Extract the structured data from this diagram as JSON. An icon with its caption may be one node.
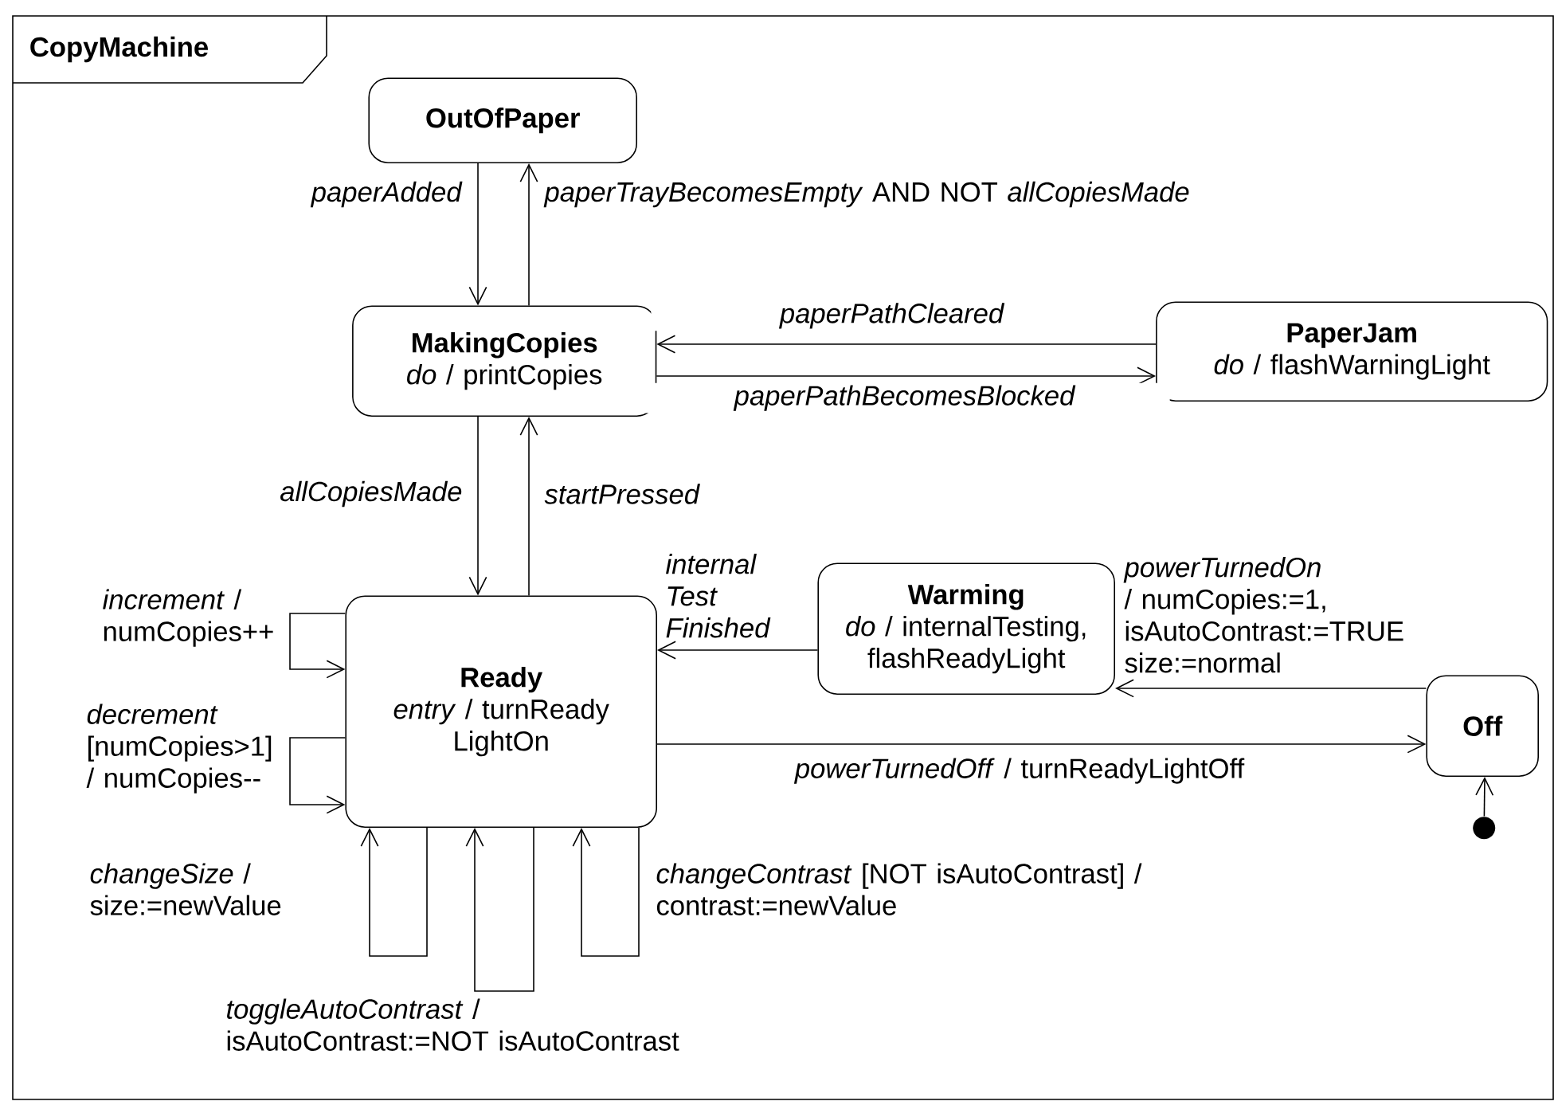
{
  "diagram": {
    "nodes": [
      {
        "text": [
          "CopyMachine"
        ]
      },
      {
        "text": [
          "OutOfPaper"
        ],
        "in": 0
      },
      {
        "text": [
          "MakingCopies",
          "*do* / printCopies"
        ],
        "in": 0
      },
      {
        "text": [
          "PaperJam",
          "*do* / flashWarningLight"
        ],
        "in": 0
      },
      {
        "text": [
          "Ready",
          "*entry* / turnReady LightOn"
        ],
        "in": 0
      },
      {
        "text": [
          "Warming",
          "*do* / internalTesting, flashReadyLight"
        ],
        "in": 0
      },
      {
        "text": [
          "Off"
        ],
        "in": 0
      },
      {
        "text": [],
        "shape": "circle",
        "in": 0
      }
    ],
    "edges": [
      {
        "from": 1,
        "to": 2,
        "arrow": "to",
        "label": "*paperAdded*"
      },
      {
        "from": 2,
        "to": 1,
        "arrow": "to",
        "label": "*paperTrayBecomesEmpty* AND NOT *allCopiesMade*"
      },
      {
        "from": 3,
        "to": 2,
        "arrow": "to",
        "label": "*paperPathCleared*"
      },
      {
        "from": 2,
        "to": 3,
        "arrow": "to",
        "label": "*paperPathBecomesBlocked*"
      },
      {
        "from": 2,
        "to": 4,
        "arrow": "to",
        "label": "*allCopiesMade*"
      },
      {
        "from": 4,
        "to": 2,
        "arrow": "to",
        "label": "*startPressed*"
      },
      {
        "from": 5,
        "to": 4,
        "arrow": "to",
        "label": "*internal Test Finished*"
      },
      {
        "from": 6,
        "to": 5,
        "arrow": "to",
        "label": "*powerTurnedOn* / numCopies:=1, isAutoContrast:=TRUE size:=normal"
      },
      {
        "from": 4,
        "to": 6,
        "arrow": "to",
        "label": "*powerTurnedOff* / turnReadyLightOff"
      },
      {
        "from": 7,
        "to": 6,
        "arrow": "to"
      },
      {
        "from": 4,
        "to": 4,
        "arrow": "to",
        "label": "*increment* / numCopies++"
      },
      {
        "from": 4,
        "to": 4,
        "arrow": "to",
        "label": "*decrement* [numCopies>1] / numCopies--"
      },
      {
        "from": 4,
        "to": 4,
        "arrow": "to",
        "label": "*changeSize* / size:=newValue"
      },
      {
        "from": 4,
        "to": 4,
        "arrow": "to",
        "label": "*toggleAutoContrast* / isAutoContrast:=NOT isAutoContrast"
      },
      {
        "from": 4,
        "to": 4,
        "arrow": "to",
        "label": "*changeContrast* [NOT isAutoContrast] / contrast:=newValue"
      }
    ]
  }
}
